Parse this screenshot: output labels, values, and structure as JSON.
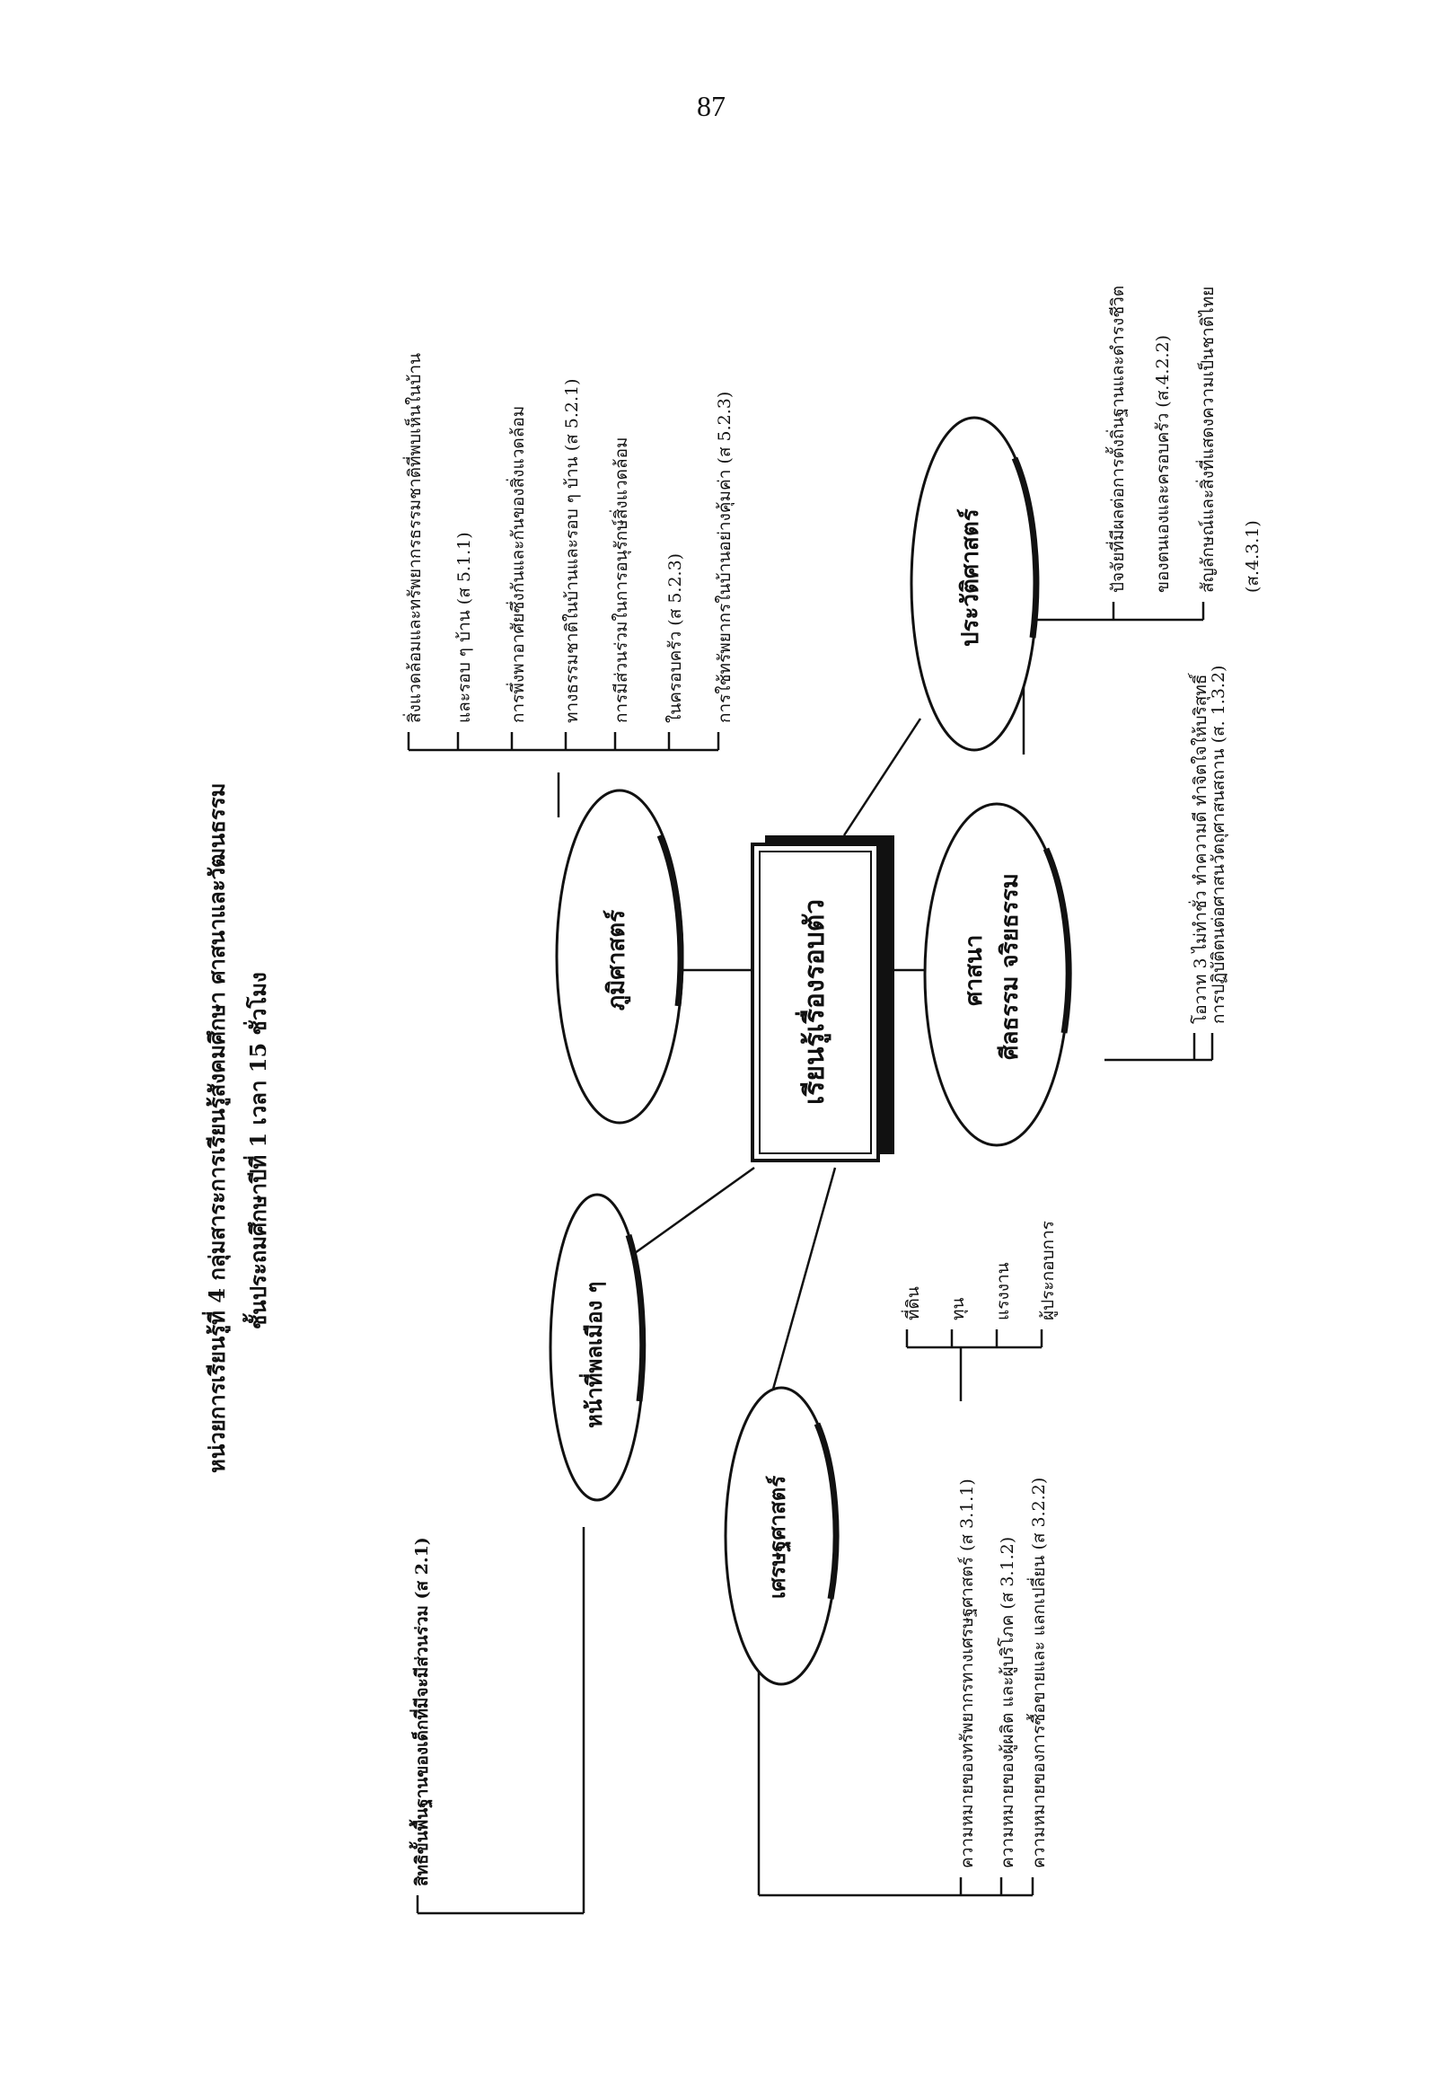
{
  "page_number": "87",
  "title": {
    "line1": "หน่วยการเรียนรู้ที่ 4  กลุ่มสาระการเรียนรู้สังคมศึกษา ศาสนาและวัฒนธรรม",
    "line2": "ชั้นประถมศึกษาปีที่ 1  เวลา 15 ชั่วโมง"
  },
  "center": {
    "label": "เรียนรู้เรื่องรอบตัว"
  },
  "nodes": {
    "geography": {
      "label": "ภูมิศาสตร์",
      "items": [
        "สิ่งแวดล้อมและทรัพยากรธรรมชาติที่พบเห็นในบ้าน",
        "และรอบ ๆ บ้าน (ส 5.1.1)",
        "การพึ่งพาอาศัยซึ่งกันและกันของสิ่งแวดล้อม",
        "ทางธรรมชาติในบ้านและรอบ ๆ บ้าน (ส 5.2.1)",
        "การมีส่วนร่วมในการอนุรักษ์สิ่งแวดล้อม",
        "ในครอบครัว (ส 5.2.3)",
        "การใช้ทรัพยากรในบ้านอย่างคุ้มค่า (ส 5.2.3)"
      ]
    },
    "history": {
      "label": "ประวัติศาสตร์",
      "items": [
        "ปัจจัยที่มีผลต่อการตั้งถิ่นฐานและดำรงชีวิต",
        "ของตนเองและครอบครัว (ส.4.2.2)",
        "สัญลักษณ์และสิ่งที่แสดงความเป็นชาติไทย",
        "(ส.4.3.1)"
      ]
    },
    "religion": {
      "label_line1": "ศาสนา",
      "label_line2": "ศีลธรรม จริยธรรม",
      "items": [
        "โอวาท 3 ไม่ทำชั่ว ทำความดี ทำจิตใจให้บริสุทธิ์",
        "การปฏิบัติตนต่อศาสนวัตถุศาสนสถาน (ส. 1.3.2)"
      ]
    },
    "civics": {
      "label": "หน้าที่พลเมือง ๆ",
      "items": [
        "สิทธิขั้นพื้นฐานของเด็กที่มีจะมีส่วนร่วม (ส 2.1)"
      ]
    },
    "economics": {
      "label": "เศรษฐศาสตร์",
      "items": [
        "ความหมายของทรัพยากรทางเศรษฐศาสตร์ (ส 3.1.1)",
        "ความหมายของผู้ผลิต และผู้บริโภค (ส 3.1.2)",
        "ความหมายของการซื้อขายและ แลกเปลี่ยน (ส 3.2.2)"
      ],
      "sub_items": [
        "ที่ดิน",
        "ทุน",
        "แรงงาน",
        "ผู้ประกอบการ"
      ]
    }
  }
}
